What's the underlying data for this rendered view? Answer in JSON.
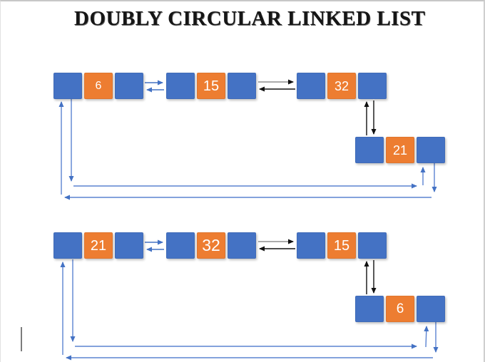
{
  "title": "DOUBLY CIRCULAR LINKED LIST",
  "colors": {
    "node_blue": "#4472C4",
    "node_orange": "#ED7D31",
    "arrow_blue": "#4472C4",
    "connector_blue": "#5B83D1",
    "arrow_black": "#111111",
    "arrow_gray": "#ABABAB",
    "value_text": "#FFFFFF",
    "title_text": "#161616"
  },
  "diagrams": [
    {
      "name": "doubly-circular-list-1",
      "nodes": [
        {
          "value": "6"
        },
        {
          "value": "15"
        },
        {
          "value": "32"
        },
        {
          "value": "21"
        }
      ]
    },
    {
      "name": "doubly-circular-list-2",
      "nodes": [
        {
          "value": "21"
        },
        {
          "value": "32"
        },
        {
          "value": "15"
        },
        {
          "value": "6"
        }
      ]
    }
  ]
}
